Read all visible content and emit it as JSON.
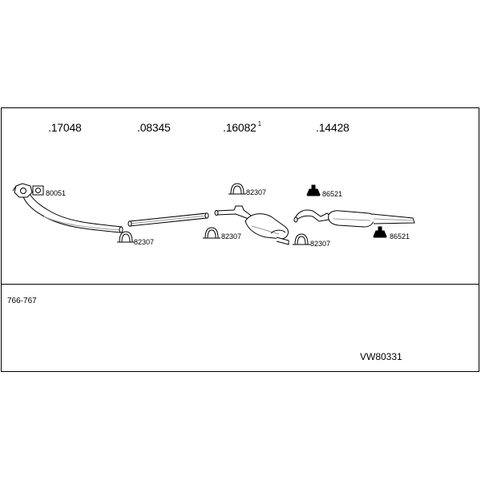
{
  "main_parts": [
    {
      "number": ".17048",
      "sup": ""
    },
    {
      "number": ".08345",
      "sup": ""
    },
    {
      "number": ".16082",
      "sup": "1"
    },
    {
      "number": ".14428",
      "sup": ""
    }
  ],
  "accessories": [
    {
      "number": "80051"
    },
    {
      "number": "82307"
    },
    {
      "number": "82307"
    },
    {
      "number": "82307"
    },
    {
      "number": "82307"
    },
    {
      "number": "86521"
    },
    {
      "number": "86521"
    }
  ],
  "footnote": "766-767",
  "kit_code": "VW80331",
  "colors": {
    "line": "#000000",
    "fill": "#ffffff",
    "shade": "#9a9a9a"
  }
}
